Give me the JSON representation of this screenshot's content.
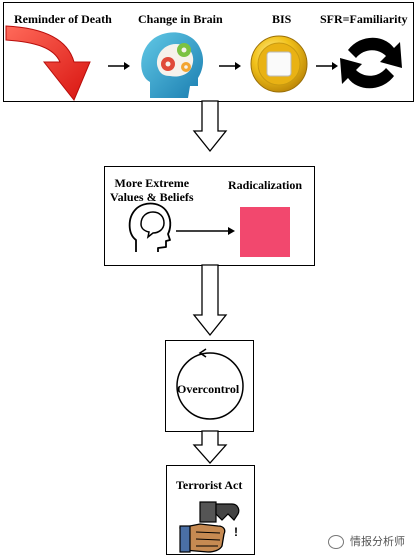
{
  "top_row": {
    "reminder_label": "Reminder of Death",
    "brain_label": "Change in Brain",
    "bis_label": "BIS",
    "sfr_label": "SFR=Familiarity"
  },
  "middle_box": {
    "values_label_line1": "More Extreme",
    "values_label_line2": "Values & Beliefs",
    "radicalization_label": "Radicalization"
  },
  "overcontrol_label": "Overcontrol",
  "terrorist_label": "Terrorist Act",
  "watermark_text": "情报分析师",
  "colors": {
    "red_arrow": "#e8201f",
    "radicalization_square": "#f2486e",
    "bis_gold": "#f2c21b"
  }
}
